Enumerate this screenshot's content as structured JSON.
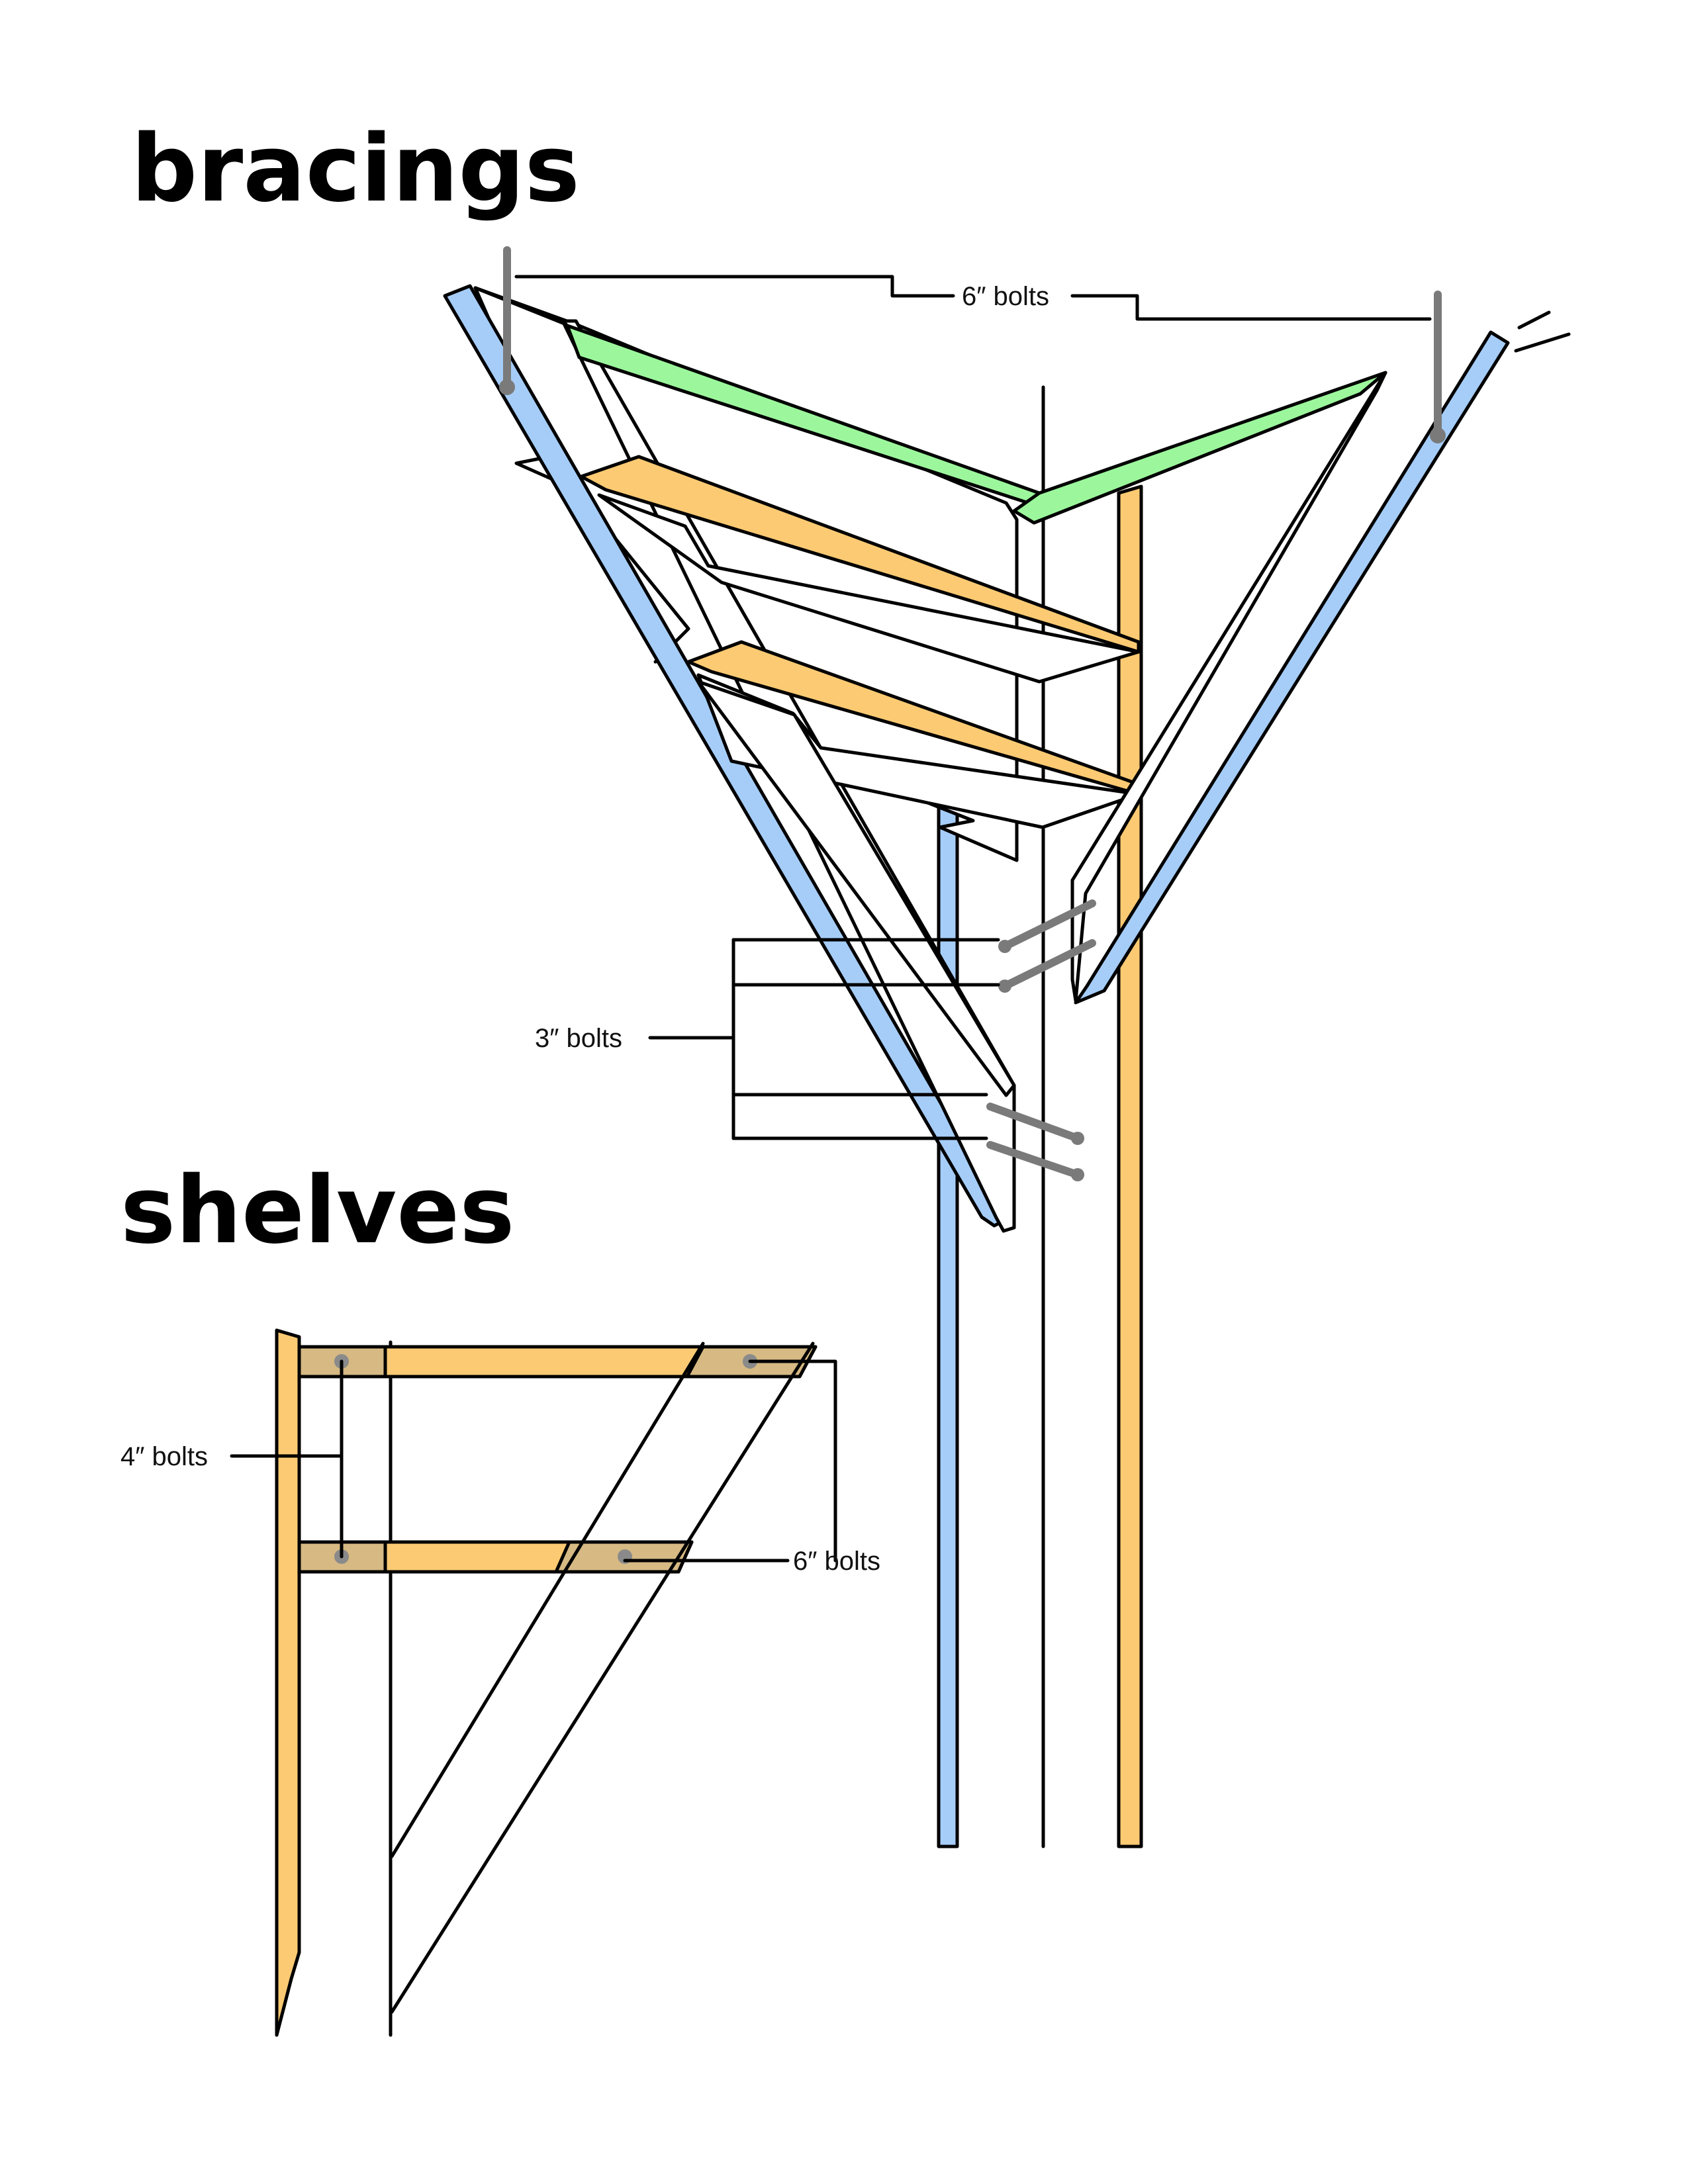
{
  "headings": {
    "bracings": "bracings",
    "shelves": "shelves"
  },
  "labels": {
    "top_bolts": "6″ bolts",
    "side_bolts": "3″ bolts",
    "shelf_left_bolts": "4″ bolts",
    "shelf_right_bolts": "6″ bolts"
  },
  "colors": {
    "blue_lumber": "#a6cdf8",
    "orange_lumber": "#fcca73",
    "green_lumber": "#9cf79c",
    "bolt_end": "#d6b983",
    "bolt_gray": "#7a7a7a",
    "outline": "#000000"
  }
}
